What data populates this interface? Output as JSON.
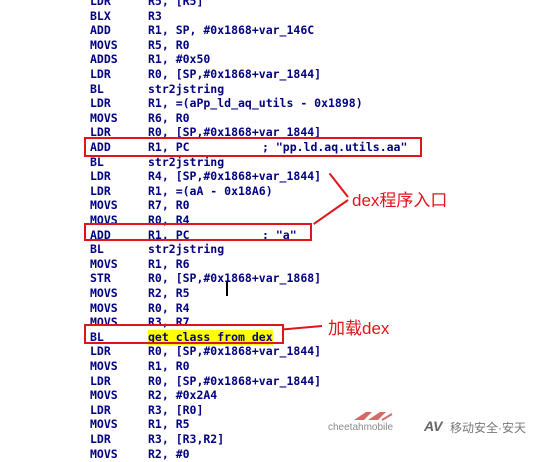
{
  "lines": [
    {
      "mn": "LDR",
      "op": "R5, [R5]",
      "cm": ""
    },
    {
      "mn": "BLX",
      "op": "R3",
      "cm": ""
    },
    {
      "mn": "ADD",
      "op": "R1, SP, #0x1868+var_146C",
      "cm": ""
    },
    {
      "mn": "MOVS",
      "op": "R5, R0",
      "cm": ""
    },
    {
      "mn": "ADDS",
      "op": "R1, #0x50",
      "cm": ""
    },
    {
      "mn": "LDR",
      "op": "R0, [SP,#0x1868+var_1844]",
      "cm": ""
    },
    {
      "mn": "BL",
      "op": "str2jstring",
      "cm": ""
    },
    {
      "mn": "LDR",
      "op": "R1, =(aPp_ld_aq_utils - 0x1898)",
      "cm": ""
    },
    {
      "mn": "MOVS",
      "op": "R6, R0",
      "cm": ""
    },
    {
      "mn": "LDR",
      "op": "R0, [SP,#0x1868+var_1844]",
      "cm": ""
    },
    {
      "mn": "ADD",
      "op": "R1, PC",
      "cm": "; \"pp.ld.aq.utils.aa\""
    },
    {
      "mn": "BL",
      "op": "str2jstring",
      "cm": ""
    },
    {
      "mn": "LDR",
      "op": "R4, [SP,#0x1868+var_1844]",
      "cm": ""
    },
    {
      "mn": "LDR",
      "op": "R1, =(aA - 0x18A6)",
      "cm": ""
    },
    {
      "mn": "MOVS",
      "op": "R7, R0",
      "cm": ""
    },
    {
      "mn": "MOVS",
      "op": "R0, R4",
      "cm": ""
    },
    {
      "mn": "ADD",
      "op": "R1, PC",
      "cm": "; \"a\""
    },
    {
      "mn": "BL",
      "op": "str2jstring",
      "cm": ""
    },
    {
      "mn": "MOVS",
      "op": "R1, R6",
      "cm": ""
    },
    {
      "mn": "STR",
      "op": "R0, [SP,#0x1868+var_1868]",
      "cm": ""
    },
    {
      "mn": "MOVS",
      "op": "R2, R5",
      "cm": ""
    },
    {
      "mn": "MOVS",
      "op": "R0, R4",
      "cm": ""
    },
    {
      "mn": "MOVS",
      "op": "R3, R7",
      "cm": ""
    },
    {
      "mn": "BL",
      "op": "get_class_from_dex",
      "cm": "",
      "highlight": true
    },
    {
      "mn": "LDR",
      "op": "R0, [SP,#0x1868+var_1844]",
      "cm": ""
    },
    {
      "mn": "MOVS",
      "op": "R1, R0",
      "cm": ""
    },
    {
      "mn": "LDR",
      "op": "R0, [SP,#0x1868+var_1844]",
      "cm": ""
    },
    {
      "mn": "MOVS",
      "op": "R2, #0x2A4",
      "cm": ""
    },
    {
      "mn": "LDR",
      "op": "R3, [R0]",
      "cm": ""
    },
    {
      "mn": "MOVS",
      "op": "R1, R5",
      "cm": ""
    },
    {
      "mn": "LDR",
      "op": "R3, [R3,R2]",
      "cm": ""
    },
    {
      "mn": "MOVS",
      "op": "R2, #0",
      "cm": ""
    }
  ],
  "annotations": {
    "dex_entry": "dex程序入口",
    "load_dex": "加载dex"
  },
  "watermark": {
    "logo_text": "cheetahmobile",
    "av": "AV",
    "brand": "移动安全·安天"
  },
  "colors": {
    "instruction": "#000080",
    "highlight": "#ffff00",
    "annotation": "#e0141b"
  }
}
